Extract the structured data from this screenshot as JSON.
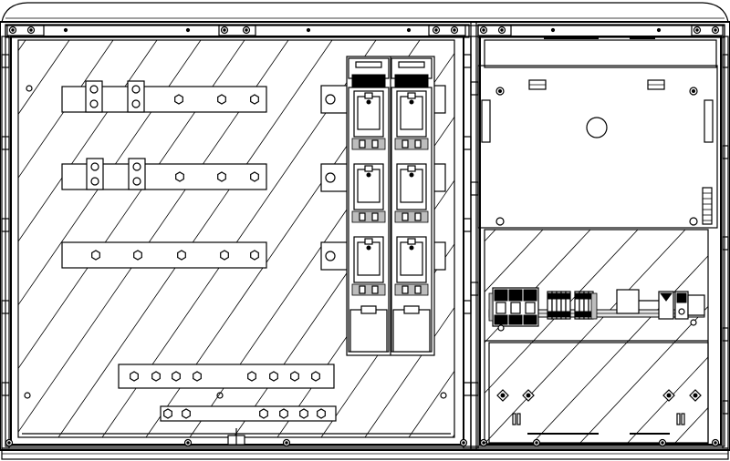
{
  "drawing": {
    "subject": "cabinet-elevation",
    "left_compartment": {
      "busbars_upper": 3,
      "busbars_lower": 2,
      "fuse_switch_columns": 2,
      "fuse_switch_rows": 3,
      "hatched": true
    },
    "right_compartment": {
      "upper_panel": true,
      "din_rail_devices": [
        "mcb-3p",
        "terminal-block",
        "terminal-block",
        "contactor",
        "relay",
        "relay"
      ],
      "hatched_lower": true
    }
  },
  "colors": {
    "line": "#000000",
    "background": "#ffffff",
    "fill_light": "#e6e6e6",
    "fill_grey": "#bdbdbd"
  }
}
